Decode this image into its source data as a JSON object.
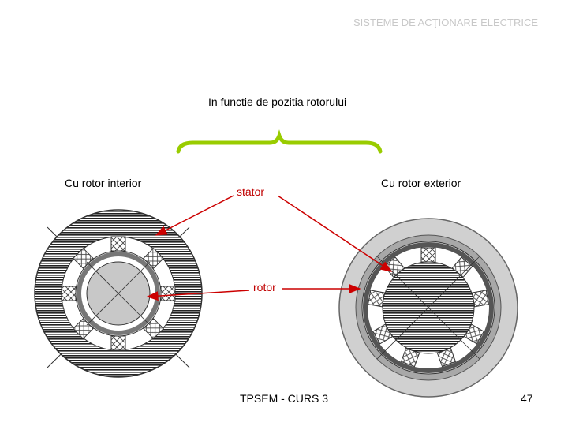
{
  "slide": {
    "header": "SISTEME DE ACŢIONARE ELECTRICE",
    "subtitle": "In functie de pozitia rotorului",
    "label_interior": "Cu rotor interior",
    "label_exterior": "Cu rotor exterior",
    "label_stator": "stator",
    "label_rotor": "rotor",
    "footer": "TPSEM - CURS 3",
    "page_number": "47"
  },
  "colors": {
    "brace": "#99cc00",
    "arrow": "#cc0000",
    "header": "#c8c8c8"
  }
}
